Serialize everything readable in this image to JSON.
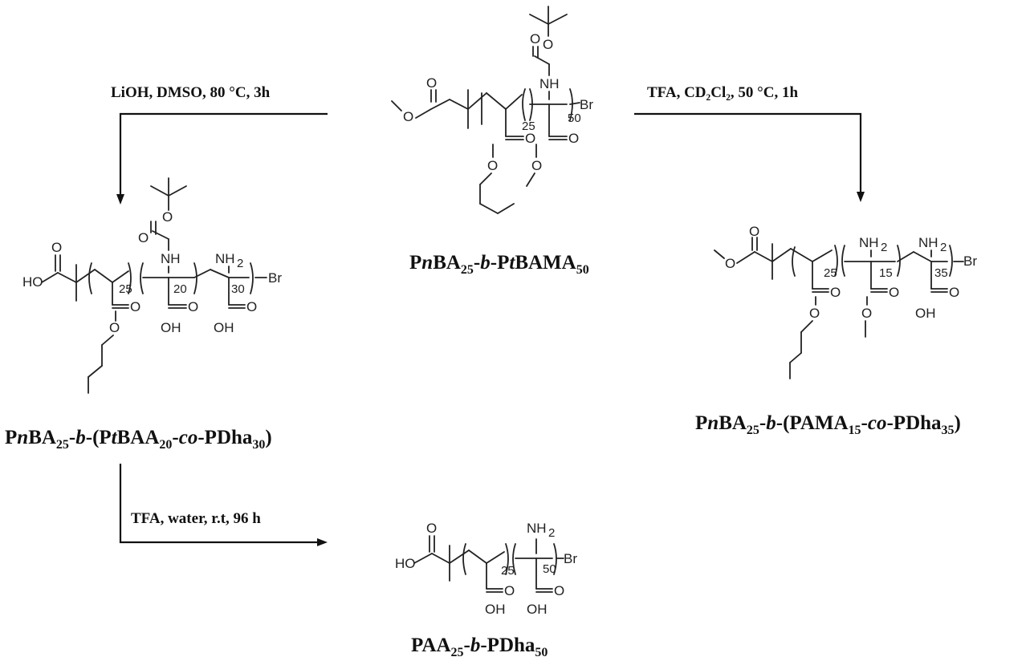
{
  "conditions": {
    "left": "LiOH, DMSO, 80 °C, 3h",
    "right": "TFA, CD₂Cl₂, 50 °C, 1h",
    "bottom": "TFA, water, r.t, 96 h"
  },
  "compounds": {
    "top": {
      "name_parts": [
        "P",
        "n",
        "BA",
        "25",
        "-",
        "b",
        "-P",
        "t",
        "BAMA",
        "50"
      ]
    },
    "left": {
      "name_parts": [
        "P",
        "n",
        "BA",
        "25",
        "-",
        "b",
        "-(P",
        "t",
        "BAA",
        "20",
        "-",
        "co",
        "-PDha",
        "30",
        ")"
      ]
    },
    "right": {
      "name_parts": [
        "P",
        "n",
        "BA",
        "25",
        "-",
        "b",
        "-(PAMA",
        "15",
        "-",
        "co",
        "-PDha",
        "35",
        ")"
      ]
    },
    "bottom": {
      "name_parts": [
        "PAA",
        "25",
        "-",
        "b",
        "-PDha",
        "50"
      ]
    }
  },
  "atoms": {
    "o": "O",
    "oh": "OH",
    "ho": "HO",
    "nh": "NH",
    "nh2": "NH",
    "nh2_sub": "2",
    "br": "Br"
  },
  "repeat": {
    "n25": "25",
    "n50": "50",
    "n20": "20",
    "n30": "30",
    "n15": "15",
    "n35": "35"
  }
}
